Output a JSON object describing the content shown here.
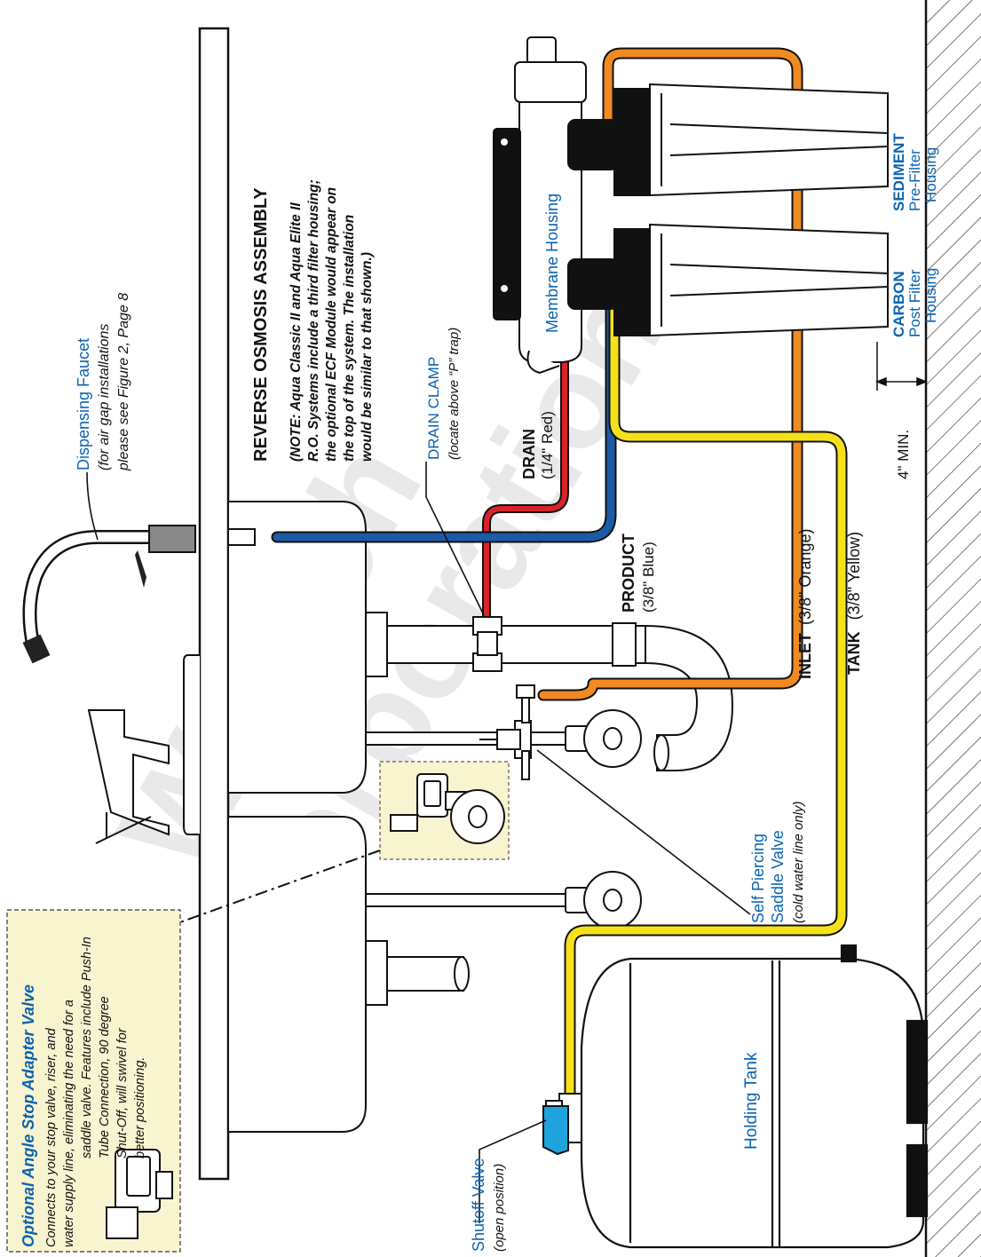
{
  "assembly": {
    "title": "REVERSE OSMOSIS ASSEMBLY",
    "note": [
      "(NOTE:  Aqua Classic II and Aqua Elite II",
      "R.O. Systems include a third filter housing;",
      "the optional ECF Module would appear on",
      "the top of the system. The installation",
      "would be similar to that shown.)"
    ]
  },
  "faucet": {
    "title": "Dispensing Faucet",
    "note": [
      "(for air gap installations",
      "please see Figure 2, Page 8"
    ]
  },
  "drain_clamp": {
    "title": "DRAIN CLAMP",
    "note": "(locate above “P” trap)"
  },
  "drain": {
    "title": "DRAIN",
    "spec": "(1/4\" Red)"
  },
  "product": {
    "title": "PRODUCT",
    "spec": "(3/8\" Blue)"
  },
  "inlet": {
    "title": "INLET",
    "spec": "(3/8\" Orange)"
  },
  "tank_line": {
    "title": "TANK",
    "spec": "(3/8\" Yellow)"
  },
  "clearance": {
    "label": "4\" MIN."
  },
  "membrane": {
    "label": "Membrane Housing"
  },
  "carbon": {
    "title": "CARBON",
    "line2": "Post Filter",
    "line3": "Housing"
  },
  "sediment": {
    "title": "SEDIMENT",
    "line2": "Pre-Filter",
    "line3": "Housing"
  },
  "saddle_valve": {
    "line1": "Self Piercing",
    "line2": "Saddle Valve",
    "note": "(cold water line only)"
  },
  "holding_tank": {
    "label": "Holding Tank"
  },
  "shutoff": {
    "title": "Shutoff Valve",
    "note": "(open position)"
  },
  "angle_stop": {
    "title": "Optional Angle Stop Adapter Valve",
    "body": [
      "Connects to your stop valve, riser, and",
      "water supply line, eliminating the need for a",
      "saddle valve. Features include Push-In",
      "Tube Connection, 90 degree",
      "Shut-Off, will swivel for",
      "better positioning."
    ]
  },
  "watermark": [
    "Welsch",
    "Corporation"
  ],
  "colors": {
    "drain": "#d8232a",
    "product": "#1c5aa6",
    "inlet": "#ef8b22",
    "tank": "#f5e11a",
    "label_blue": "#0a63b0",
    "callout_fill": "#f8f4cf",
    "shutoff_handle": "#1fa3dd"
  }
}
